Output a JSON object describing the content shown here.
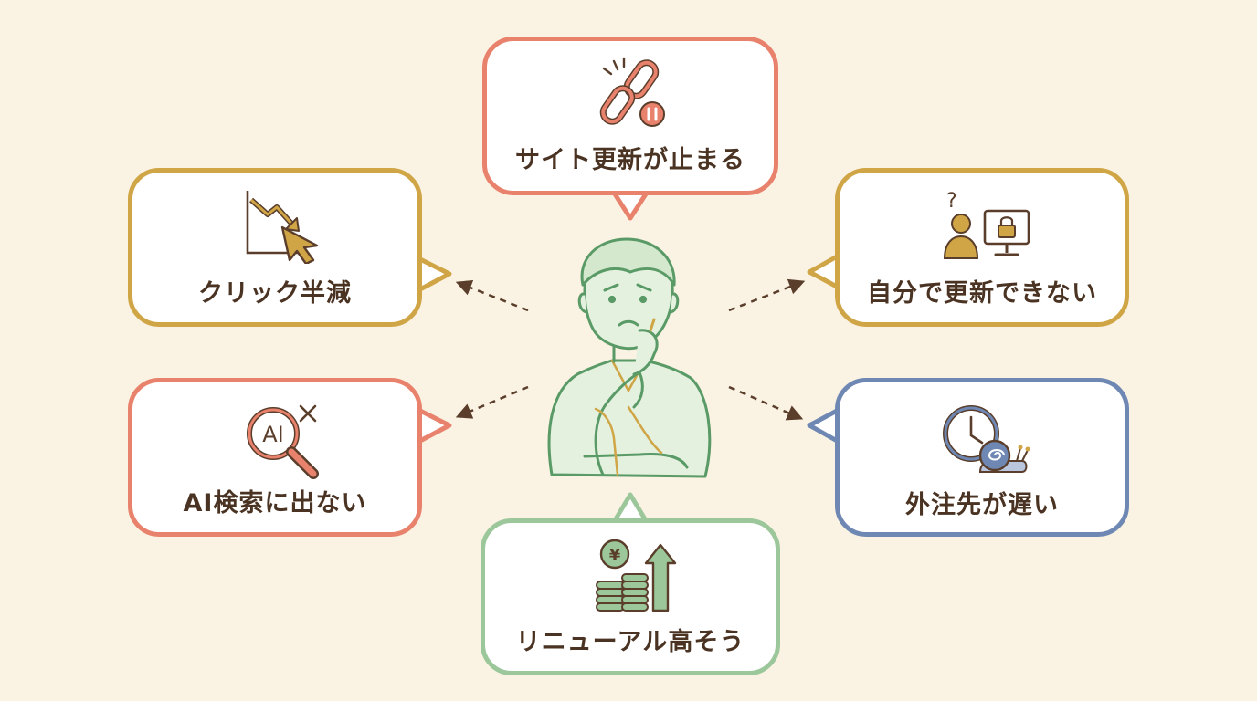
{
  "bubbles": {
    "top": {
      "label": "サイト更新が止まる",
      "icon": "broken-chain-icon",
      "color": "#e8826c"
    },
    "left_top": {
      "label": "クリック半減",
      "icon": "declining-clicks-icon",
      "color": "#cfa546"
    },
    "right_top": {
      "label": "自分で更新できない",
      "icon": "locked-computer-icon",
      "color": "#cfa546"
    },
    "left_bottom": {
      "label": "AI検索に出ない",
      "icon": "ai-search-no-icon",
      "color": "#e8826c"
    },
    "right_bottom": {
      "label": "外注先が遅い",
      "icon": "clock-snail-icon",
      "color": "#6f88b3"
    },
    "bottom": {
      "label": "リニューアル高そう",
      "icon": "rising-cost-icon",
      "color": "#9cc79a"
    }
  },
  "icon_text": {
    "ai_badge": "AI",
    "yen_symbol": "¥"
  },
  "center": {
    "icon": "worried-person-icon"
  },
  "colors": {
    "background": "#faf3e3",
    "text": "#4a3322",
    "arrow": "#5a3e2b",
    "person_line": "#5a9a66",
    "person_fill": "#e4f1df"
  }
}
